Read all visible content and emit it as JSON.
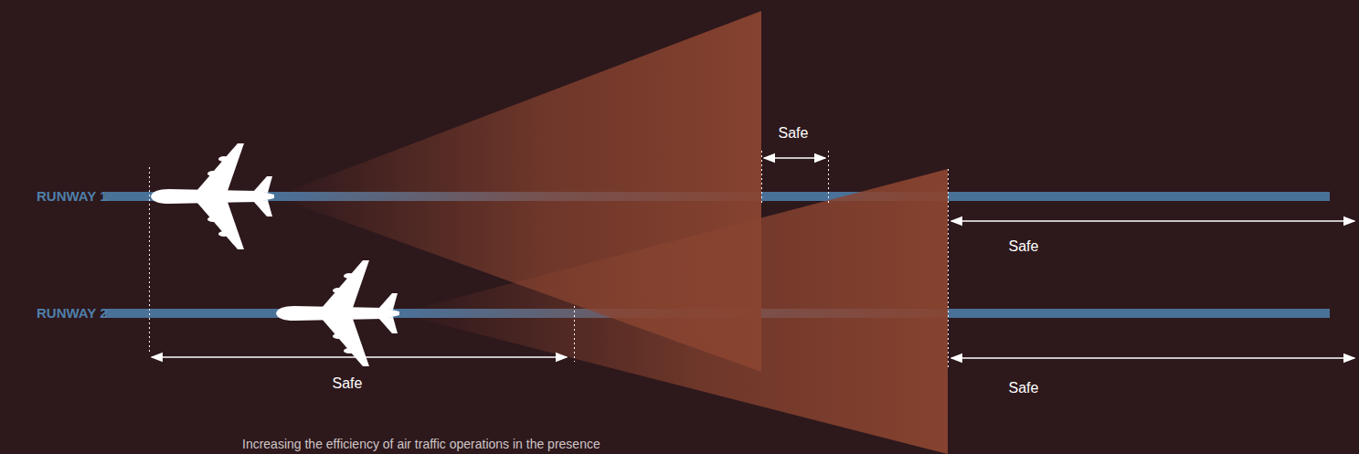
{
  "diagram": {
    "caption": "Increasing the efficiency of air traffic operations in the presence",
    "nodes": [
      {
        "text": [
          "RUNWAY 1"
        ]
      },
      {
        "text": [
          "RUNWAY 2"
        ]
      }
    ],
    "labels": [
      "Safe",
      "Safe",
      "Safe",
      "Safe"
    ]
  }
}
